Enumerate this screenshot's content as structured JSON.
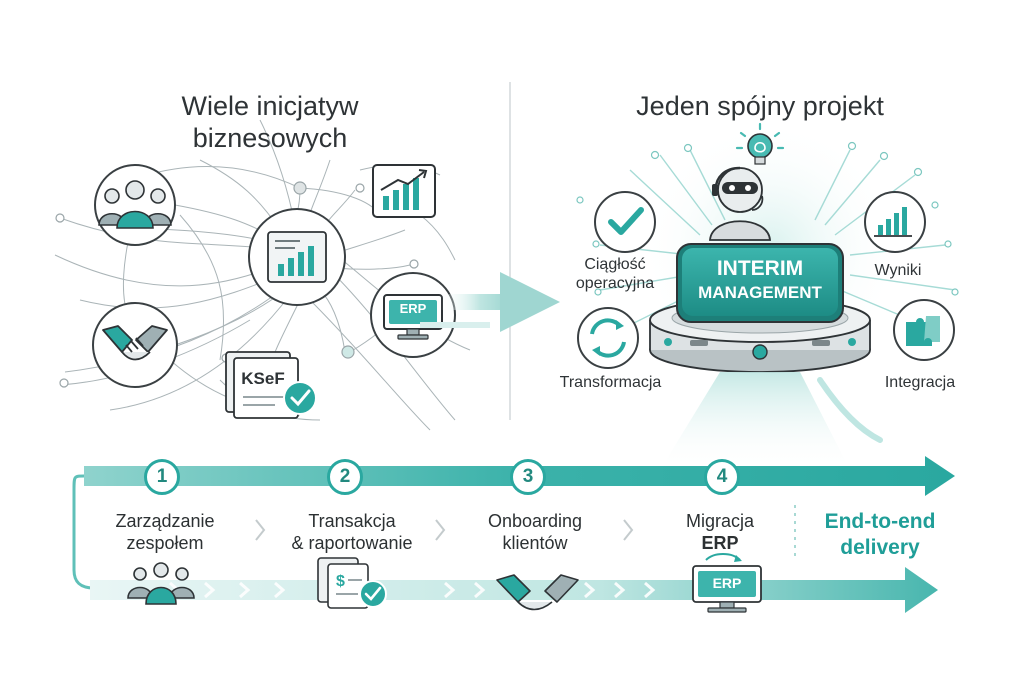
{
  "left_title_line1": "Wiele inicjatyw",
  "left_title_line2": "biznesowych",
  "right_title": "Jeden spójny projekt",
  "center_label_line1": "INTERIM",
  "center_label_line2": "MANAGEMENT",
  "left_icons": {
    "erp_label": "ERP",
    "ksef_label": "KSeF"
  },
  "right_labels": {
    "continuity_line1": "Ciągłość",
    "continuity_line2": "operacyjna",
    "results": "Wyniki",
    "transformation": "Transformacja",
    "integration": "Integracja"
  },
  "steps": [
    {
      "number": "1",
      "line1": "Zarządzanie",
      "line2": "zespołem"
    },
    {
      "number": "2",
      "line1": "Transakcja",
      "line2": "& raportowanie"
    },
    {
      "number": "3",
      "line1": "Onboarding",
      "line2": "klientów"
    },
    {
      "number": "4",
      "line1": "Migracja",
      "line2": "ERP"
    }
  ],
  "bottom_erp_label": "ERP",
  "end_to_end_line1": "End-to-end",
  "end_to_end_line2": "delivery",
  "colors": {
    "teal": "#2aa8a0",
    "teal_dark": "#1f8a84",
    "teal_light": "#a9dcd8",
    "dark": "#2e3336"
  }
}
